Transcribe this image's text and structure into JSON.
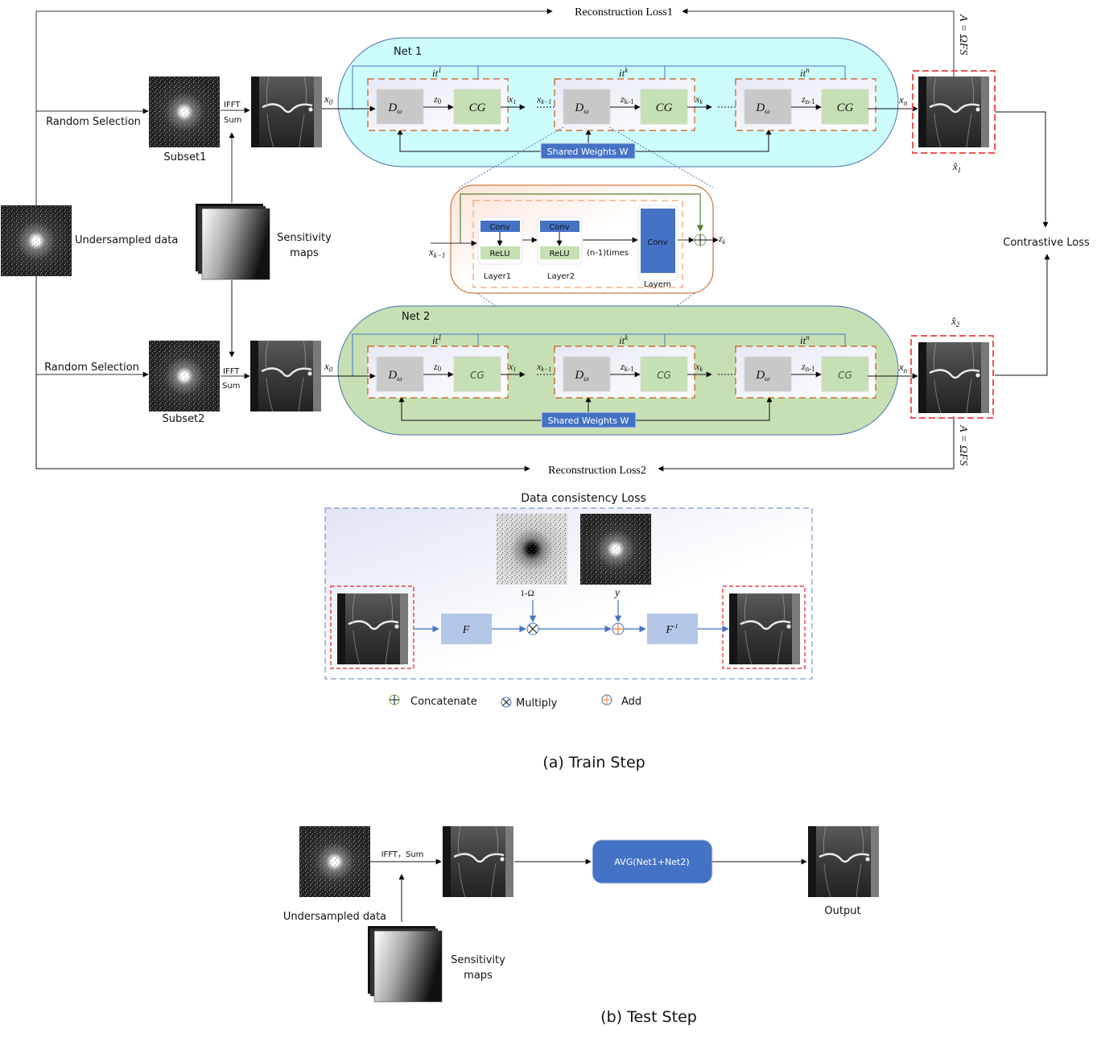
{
  "train": {
    "recon_loss1": "Reconstruction Loss1",
    "recon_loss2": "Reconstruction Loss2",
    "operator_label": "A = ΩFS",
    "random_selection": "Random Selection",
    "subset1": "Subset1",
    "subset2": "Subset2",
    "ifft": "IFFT",
    "sum": "Sum",
    "undersampled": "Undersampled data",
    "sensitivity_line1": "Sensitivity",
    "sensitivity_line2": "maps",
    "contrastive_loss": "Contrastive Loss",
    "xhat1": "x̂",
    "xhat1_sub": "1",
    "xhat2": "x̂",
    "xhat2_sub": "2",
    "caption": "(a) Train Step"
  },
  "net1": {
    "title": "Net 1",
    "shared_weights": "Shared Weights W",
    "blocks": [
      {
        "iter": "it",
        "iter_sup": "1",
        "input": "x",
        "input_sub": "0",
        "mid": "z",
        "mid_sub": "0",
        "output": "x",
        "output_sub": "1",
        "denoiser": "D",
        "denoiser_sub": "ω",
        "cg": "CG"
      },
      {
        "iter": "it",
        "iter_sup": "k",
        "input": "x",
        "input_sub": "k−1",
        "mid": "z",
        "mid_sub": "k-1",
        "output": "x",
        "output_sub": "k",
        "denoiser": "D",
        "denoiser_sub": "ω",
        "cg": "CG"
      },
      {
        "iter": "it",
        "iter_sup": "n",
        "input": "",
        "input_sub": "",
        "mid": "z",
        "mid_sub": "n-1",
        "output": "x",
        "output_sub": "n",
        "denoiser": "D",
        "denoiser_sub": "ω",
        "cg": "CG"
      }
    ]
  },
  "net2": {
    "title": "Net 2",
    "shared_weights": "Shared Weights W",
    "blocks": [
      {
        "iter": "it",
        "iter_sup": "1",
        "input": "x",
        "input_sub": "0",
        "mid": "z",
        "mid_sub": "0",
        "output": "x",
        "output_sub": "1",
        "denoiser": "D",
        "denoiser_sub": "ω",
        "cg": "CG"
      },
      {
        "iter": "it",
        "iter_sup": "k",
        "input": "x",
        "input_sub": "k−1",
        "mid": "z",
        "mid_sub": "k-1",
        "output": "x",
        "output_sub": "k",
        "denoiser": "D",
        "denoiser_sub": "ω",
        "cg": "CG"
      },
      {
        "iter": "it",
        "iter_sup": "n",
        "input": "",
        "input_sub": "",
        "mid": "z",
        "mid_sub": "n-1",
        "output": "x",
        "output_sub": "n",
        "denoiser": "D",
        "denoiser_sub": "ω",
        "cg": "CG"
      }
    ]
  },
  "denoiser_detail": {
    "input": "x",
    "input_sub": "k−1",
    "output": "z",
    "output_sub": "k",
    "conv": "Conv",
    "relu": "ReLU",
    "layer1": "Layer1",
    "layer2": "Layer2",
    "repeat": "(n-1)times",
    "layern": "Layern"
  },
  "dc_loss": {
    "title": "Data consistency Loss",
    "mask_label": "1-Ω",
    "y_label": "y",
    "fft": "F",
    "ifft": "F",
    "ifft_sup": "-1"
  },
  "legend": {
    "concatenate": "Concatenate",
    "multiply": "Multiply",
    "add": "Add"
  },
  "test": {
    "ifft_sum": "IFFT，Sum",
    "undersampled": "Undersampled data",
    "sensitivity_line1": "Sensitivity",
    "sensitivity_line2": "maps",
    "avg": "AVG(Net1+Net2)",
    "output": "Output",
    "caption": "(b) Test Step"
  },
  "colors": {
    "net1_bg": "#ccfcfc",
    "net2_bg": "#c6e0b4",
    "denoiser": "#c8c8c8",
    "cg": "#c5e0b3",
    "shared": "#4472c4",
    "blue_line": "#4472c4",
    "dashed_orange": "#c55a11",
    "dashed_red": "#ee5555",
    "dc_box": "#b4c7e7"
  }
}
